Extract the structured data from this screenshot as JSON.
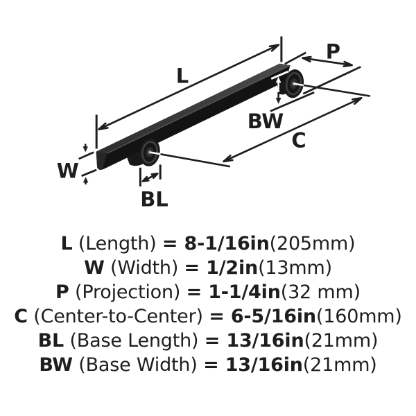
{
  "figure": {
    "description": "Cabinet pull dimension diagram",
    "labels": {
      "length": "L",
      "projection": "P",
      "base_width": "BW",
      "center_to_center": "C",
      "width": "W",
      "base_length": "BL"
    }
  },
  "legend": {
    "items": [
      {
        "symbol": "L",
        "name": " (Length) ",
        "value": "= 8-1/16in",
        "metric": "(205mm)"
      },
      {
        "symbol": "W",
        "name": " (Width) ",
        "value": "= 1/2in",
        "metric": "(13mm)"
      },
      {
        "symbol": "P",
        "name": " (Projection) ",
        "value": "= 1-1/4in",
        "metric": "(32 mm)"
      },
      {
        "symbol": "C",
        "name": " (Center-to-Center) ",
        "value": "= 6-5/16in",
        "metric": "(160mm)"
      },
      {
        "symbol": "BL",
        "name": " (Base Length) ",
        "value": "= 13/16in",
        "metric": "(21mm)"
      },
      {
        "symbol": "BW",
        "name": " (Base Width) ",
        "value": "= 13/16in",
        "metric": "(21mm)"
      }
    ]
  },
  "colors": {
    "background": "#ffffff",
    "ink": "#1f1d1e",
    "bar_front": "#131313",
    "bar_top": "#3c3c3c"
  }
}
